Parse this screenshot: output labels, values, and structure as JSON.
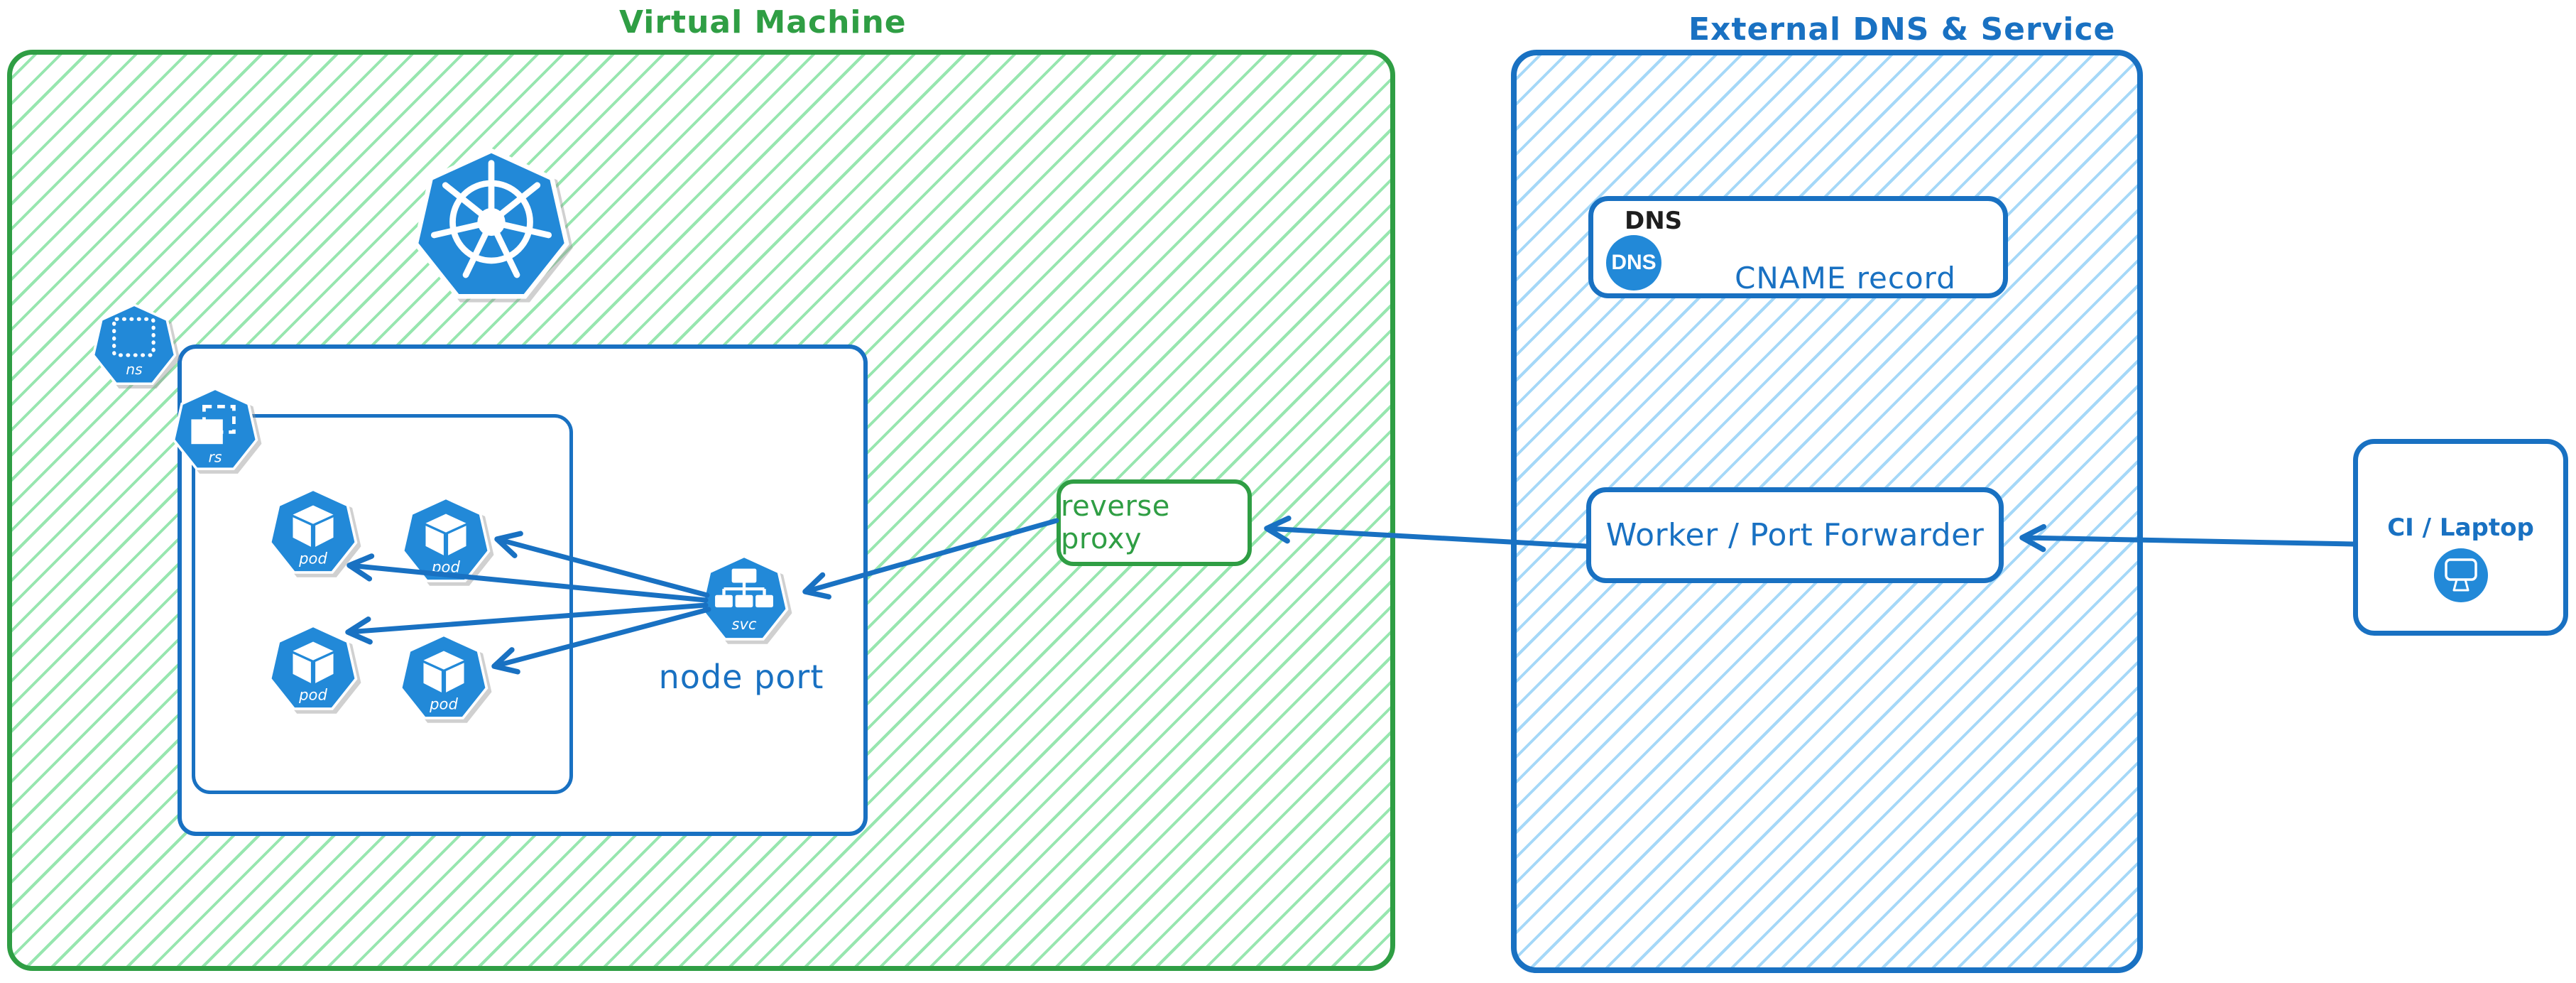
{
  "diagram": {
    "vm": {
      "title": "Virtual Machine"
    },
    "external": {
      "title": "External DNS & Service"
    },
    "kubernetes": {
      "namespace_badge": "ns",
      "replicaset_badge": "rs",
      "service_badge": "svc",
      "pods": [
        "pod",
        "pod",
        "pod",
        "pod"
      ],
      "node_port_label": "node port"
    },
    "reverse_proxy": {
      "label": "reverse proxy"
    },
    "dns_card": {
      "header": "DNS",
      "badge": "DNS",
      "record": "CNAME record"
    },
    "worker_card": {
      "label": "Worker / Port Forwarder"
    },
    "ci_card": {
      "label": "CI / Laptop"
    },
    "icons": {
      "kubernetes_logo": "ship-wheel-heptagon",
      "namespace": "dotted-square-heptagon",
      "replicaset": "stacked-rectangles-heptagon",
      "pod": "cube-heptagon",
      "service": "tree-heptagon",
      "dns": "dns-circle-badge",
      "ci": "monitor-circle"
    },
    "connections": [
      {
        "from": "CI / Laptop",
        "to": "Worker / Port Forwarder"
      },
      {
        "from": "Worker / Port Forwarder",
        "to": "reverse proxy"
      },
      {
        "from": "reverse proxy",
        "to": "node port service"
      },
      {
        "from": "node port service",
        "to": "pod-1"
      },
      {
        "from": "node port service",
        "to": "pod-2"
      },
      {
        "from": "node port service",
        "to": "pod-3"
      },
      {
        "from": "node port service",
        "to": "pod-4"
      }
    ]
  },
  "colors": {
    "green": "#2f9e44",
    "green_hatch": "#97e6af",
    "blue": "#1971c2",
    "blue_hatch": "#a5d8f8",
    "icon_blue": "#2289d8",
    "ink": "#1e1e1e"
  }
}
